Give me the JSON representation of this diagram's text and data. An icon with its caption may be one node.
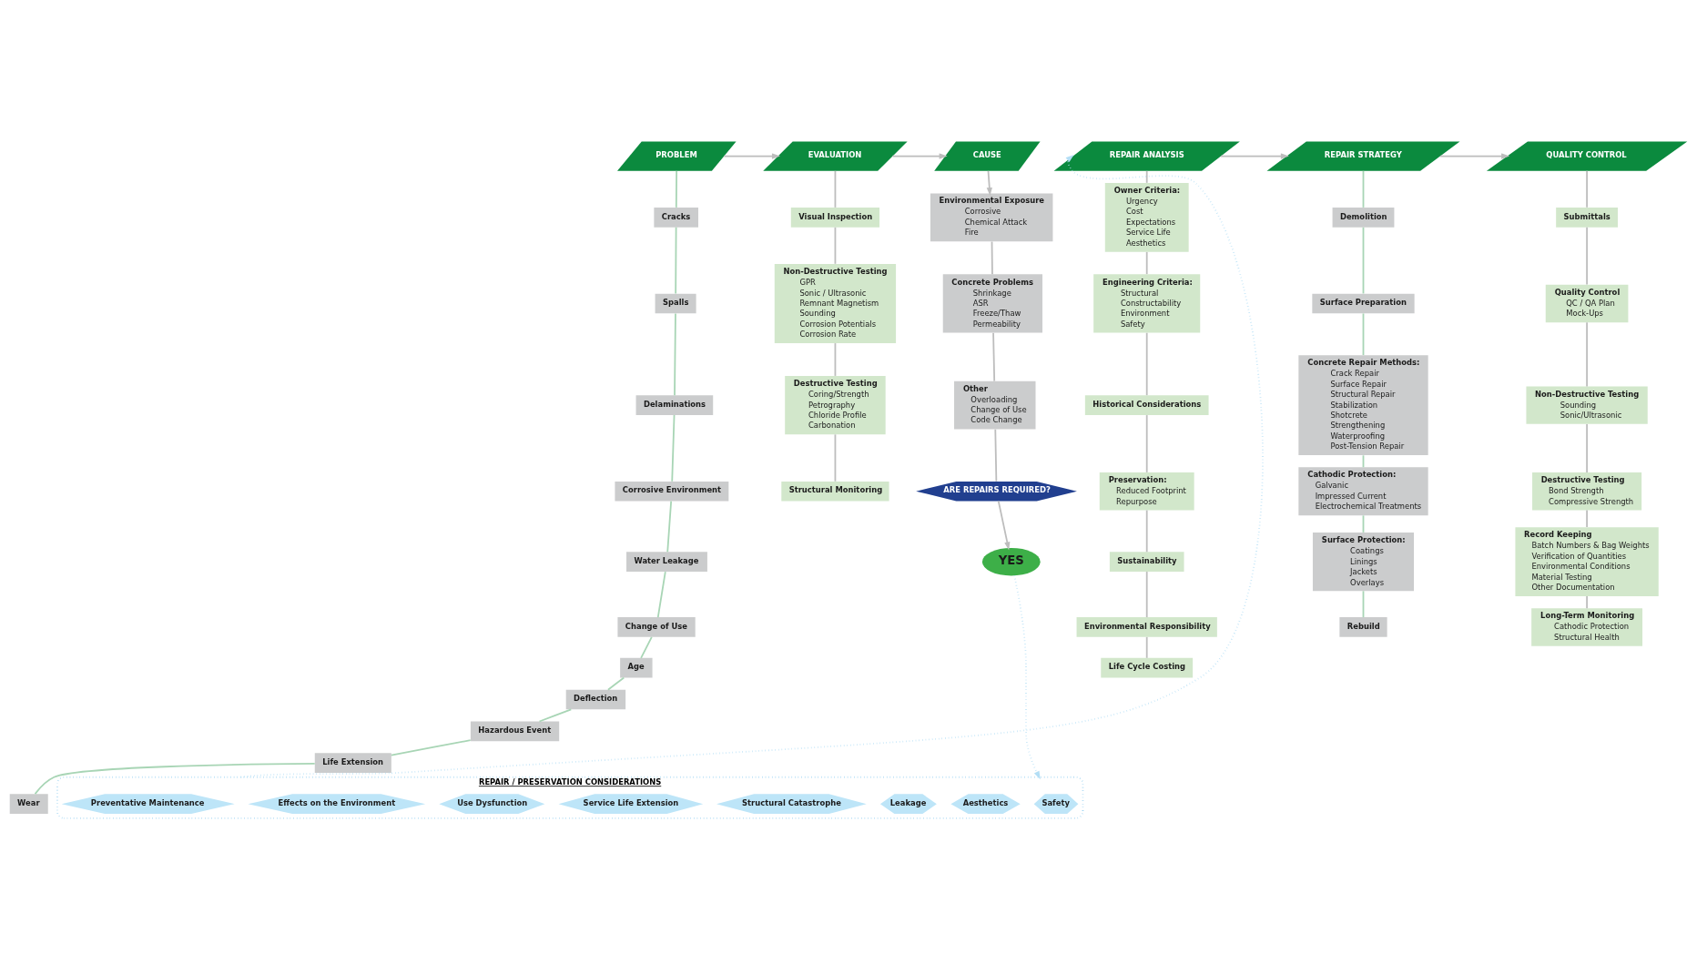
{
  "diagram": {
    "nodes": [
      {
        "text": [
          "PROBLEM"
        ]
      },
      {
        "text": [
          "EVALUATION"
        ]
      },
      {
        "text": [
          "CAUSE"
        ]
      },
      {
        "text": [
          "REPAIR ANALYSIS"
        ]
      },
      {
        "text": [
          "REPAIR STRATEGY"
        ]
      },
      {
        "text": [
          "QUALITY CONTROL"
        ]
      },
      {
        "text": [
          "Cracks"
        ]
      },
      {
        "text": [
          "Spalls"
        ]
      },
      {
        "text": [
          "Delaminations"
        ]
      },
      {
        "text": [
          "Corrosive Environment"
        ]
      },
      {
        "text": [
          "Water Leakage"
        ]
      },
      {
        "text": [
          "Change of Use"
        ]
      },
      {
        "text": [
          "Age"
        ]
      },
      {
        "text": [
          "Deflection"
        ]
      },
      {
        "text": [
          "Hazardous Event"
        ]
      },
      {
        "text": [
          "Life Extension"
        ]
      },
      {
        "text": [
          "Wear"
        ]
      },
      {
        "text": [
          "Visual Inspection"
        ]
      },
      {
        "text": [
          "Non-Destructive Testing",
          "GPR",
          "Sonic / Ultrasonic",
          "Remnant Magnetism",
          "Sounding",
          "Corrosion Potentials",
          "Corrosion Rate"
        ]
      },
      {
        "text": [
          "Destructive Testing",
          "Coring/Strength",
          "Petrography",
          "Chloride Profile",
          "Carbonation"
        ]
      },
      {
        "text": [
          "Structural Monitoring"
        ]
      },
      {
        "text": [
          "YES"
        ]
      },
      {
        "text": [
          "Environmental Exposure",
          "Corrosive",
          "Chemical Attack",
          "Fire"
        ]
      },
      {
        "text": [
          "Concrete Problems",
          "Shrinkage",
          "ASR",
          "Freeze/Thaw",
          "Permeability"
        ]
      },
      {
        "text": [
          "Other",
          "Overloading",
          "Change of Use",
          "Code Change"
        ]
      },
      {
        "text": [
          "ARE REPAIRS REQUIRED?"
        ]
      },
      {
        "text": [
          "REPAIR / PRESERVATION CONSIDERATIONS"
        ]
      },
      {
        "text": [
          "Safety"
        ],
        "in": 26
      },
      {
        "text": [
          "Aesthetics"
        ],
        "in": 26
      },
      {
        "text": [
          "Leakage"
        ],
        "in": 26
      },
      {
        "text": [
          "Structural Catastrophe"
        ],
        "in": 26
      },
      {
        "text": [
          "Service Life Extension"
        ],
        "in": 26
      },
      {
        "text": [
          "Use Dysfunction"
        ],
        "in": 26
      },
      {
        "text": [
          "Effects on the Environment"
        ],
        "in": 26
      },
      {
        "text": [
          "Preventative Maintenance"
        ],
        "in": 26
      },
      {
        "text": [
          "Owner Criteria:",
          "Urgency",
          "Cost",
          "Expectations",
          "Service Life",
          "Aesthetics"
        ]
      },
      {
        "text": [
          "Engineering Criteria:",
          "Structural",
          "Constructability",
          "Environment",
          "Safety"
        ]
      },
      {
        "text": [
          "Historical Considerations"
        ]
      },
      {
        "text": [
          "Preservation:",
          "Reduced Footprint",
          "Repurpose"
        ]
      },
      {
        "text": [
          "Sustainability"
        ]
      },
      {
        "text": [
          "Environmental Responsibility"
        ]
      },
      {
        "text": [
          "Life Cycle Costing"
        ]
      },
      {
        "text": [
          "Demolition"
        ]
      },
      {
        "text": [
          "Surface Preparation"
        ]
      },
      {
        "text": [
          "Concrete Repair Methods:",
          "Crack Repair",
          "Surface Repair",
          "Structural Repair",
          "Stabilization",
          "Shotcrete",
          "Strengthening",
          "Waterproofing",
          "Post-Tension Repair"
        ]
      },
      {
        "text": [
          "Cathodic Protection:",
          "Galvanic",
          "Impressed Current",
          "Electrochemical Treatments"
        ]
      },
      {
        "text": [
          "Surface Protection:",
          "Coatings",
          "Linings",
          "Jackets",
          "Overlays"
        ]
      },
      {
        "text": [
          "Rebuild"
        ]
      },
      {
        "text": [
          "Submittals"
        ]
      },
      {
        "text": [
          "Quality Control",
          "QC / QA Plan",
          "Mock-Ups"
        ]
      },
      {
        "text": [
          "Non-Destructive Testing",
          "Sounding",
          "Sonic/Ultrasonic"
        ]
      },
      {
        "text": [
          "Destructive Testing",
          "Bond Strength",
          "Compressive Strength"
        ]
      },
      {
        "text": [
          "Record Keeping",
          "Batch Numbers & Bag Weights",
          "Verification of Quantities",
          "Environmental Conditions",
          "Material Testing",
          "Other Documentation"
        ]
      },
      {
        "text": [
          "Long-Term Monitoring",
          "Cathodic Protection",
          "Structural Health"
        ]
      }
    ],
    "edges": [
      {
        "from": 0,
        "to": 1,
        "arrow": "to"
      },
      {
        "from": 1,
        "to": 2,
        "arrow": "to"
      },
      {
        "from": 3,
        "to": 4,
        "arrow": "to"
      },
      {
        "from": 4,
        "to": 5,
        "arrow": "to"
      },
      {
        "from": 0,
        "to": 6,
        "arrow": "none",
        "color": "#a8d5b5"
      },
      {
        "from": 6,
        "to": 7,
        "arrow": "none",
        "color": "#a8d5b5"
      },
      {
        "from": 7,
        "to": 8,
        "arrow": "none",
        "color": "#a8d5b5"
      },
      {
        "from": 8,
        "to": 9,
        "arrow": "none",
        "color": "#a8d5b5"
      },
      {
        "from": 9,
        "to": 10,
        "arrow": "none",
        "color": "#a8d5b5"
      },
      {
        "from": 10,
        "to": 11,
        "arrow": "none",
        "color": "#a8d5b5"
      },
      {
        "from": 11,
        "to": 12,
        "arrow": "none",
        "color": "#a8d5b5"
      },
      {
        "from": 12,
        "to": 13,
        "arrow": "none",
        "color": "#a8d5b5"
      },
      {
        "from": 13,
        "to": 14,
        "arrow": "none",
        "color": "#a8d5b5"
      },
      {
        "from": 14,
        "to": 15,
        "arrow": "none",
        "color": "#a8d5b5"
      },
      {
        "from": 15,
        "to": 16,
        "arrow": "none",
        "color": "#a8d5b5"
      },
      {
        "from": 1,
        "to": 17,
        "arrow": "none"
      },
      {
        "from": 17,
        "to": 18,
        "arrow": "none"
      },
      {
        "from": 18,
        "to": 19,
        "arrow": "none"
      },
      {
        "from": 19,
        "to": 20,
        "arrow": "none"
      },
      {
        "from": 2,
        "to": 22,
        "arrow": "to"
      },
      {
        "from": 22,
        "to": 23,
        "arrow": "none"
      },
      {
        "from": 23,
        "to": 24,
        "arrow": "none"
      },
      {
        "from": 24,
        "to": 25,
        "arrow": "none"
      },
      {
        "from": 25,
        "to": 21,
        "arrow": "to"
      },
      {
        "from": 21,
        "to": 26,
        "arrow": "to",
        "style": "dashed",
        "color": "#b3def5"
      },
      {
        "from": 26,
        "to": 3,
        "arrow": "to",
        "style": "dashed",
        "color": "#b3def5"
      },
      {
        "from": 3,
        "to": 35,
        "arrow": "none"
      },
      {
        "from": 35,
        "to": 36,
        "arrow": "none"
      },
      {
        "from": 36,
        "to": 37,
        "arrow": "none"
      },
      {
        "from": 37,
        "to": 38,
        "arrow": "none"
      },
      {
        "from": 38,
        "to": 39,
        "arrow": "none"
      },
      {
        "from": 39,
        "to": 40,
        "arrow": "none"
      },
      {
        "from": 40,
        "to": 41,
        "arrow": "none"
      },
      {
        "from": 4,
        "to": 42,
        "arrow": "none",
        "color": "#a8d5b5"
      },
      {
        "from": 42,
        "to": 43,
        "arrow": "none",
        "color": "#a8d5b5"
      },
      {
        "from": 43,
        "to": 44,
        "arrow": "none",
        "color": "#a8d5b5"
      },
      {
        "from": 44,
        "to": 45,
        "arrow": "none",
        "color": "#a8d5b5"
      },
      {
        "from": 45,
        "to": 46,
        "arrow": "none",
        "color": "#a8d5b5"
      },
      {
        "from": 46,
        "to": 47,
        "arrow": "none",
        "color": "#a8d5b5"
      },
      {
        "from": 5,
        "to": 48,
        "arrow": "none"
      },
      {
        "from": 48,
        "to": 49,
        "arrow": "none"
      },
      {
        "from": 49,
        "to": 50,
        "arrow": "none"
      },
      {
        "from": 50,
        "to": 51,
        "arrow": "none"
      },
      {
        "from": 51,
        "to": 52,
        "arrow": "none"
      },
      {
        "from": 52,
        "to": 53,
        "arrow": "none"
      }
    ]
  }
}
